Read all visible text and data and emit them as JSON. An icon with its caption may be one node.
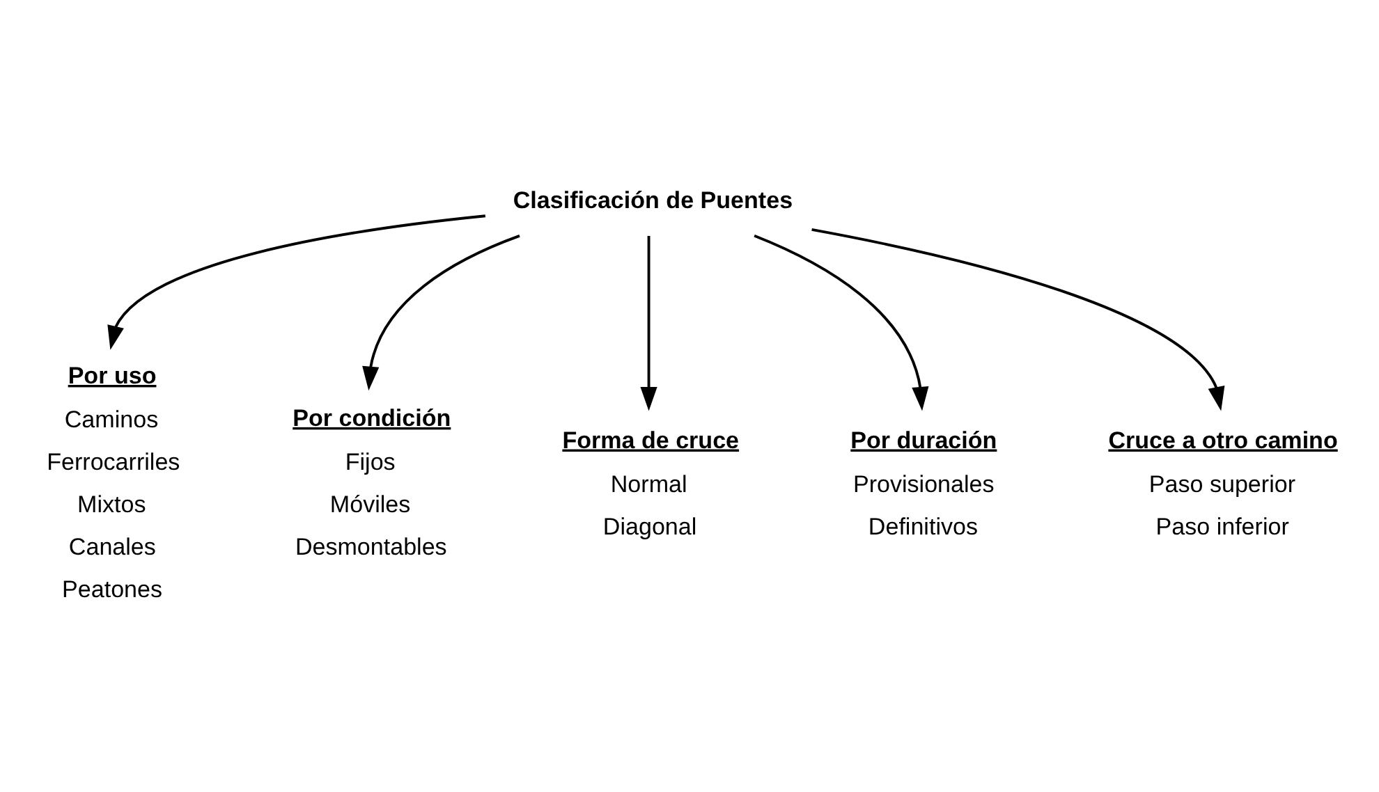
{
  "diagram": {
    "nodes": [
      {
        "text": [
          "Clasificación de Puentes"
        ]
      },
      {
        "text": [
          "Por uso",
          "Caminos",
          "Ferrocarriles",
          "Mixtos",
          "Canales",
          "Peatones"
        ]
      },
      {
        "text": [
          "Por condición",
          "Fijos",
          "Móviles",
          "Desmontables"
        ]
      },
      {
        "text": [
          "Forma de cruce",
          "Normal",
          "Diagonal"
        ]
      },
      {
        "text": [
          "Por duración",
          "Provisionales",
          "Definitivos"
        ]
      },
      {
        "text": [
          "Cruce a otro camino",
          "Paso superior",
          "Paso inferior"
        ]
      }
    ],
    "edges": [
      {
        "from": 0,
        "to": 1,
        "arrow": "to"
      },
      {
        "from": 0,
        "to": 2,
        "arrow": "to"
      },
      {
        "from": 0,
        "to": 3,
        "arrow": "to"
      },
      {
        "from": 0,
        "to": 4,
        "arrow": "to"
      },
      {
        "from": 0,
        "to": 5,
        "arrow": "to"
      }
    ]
  }
}
